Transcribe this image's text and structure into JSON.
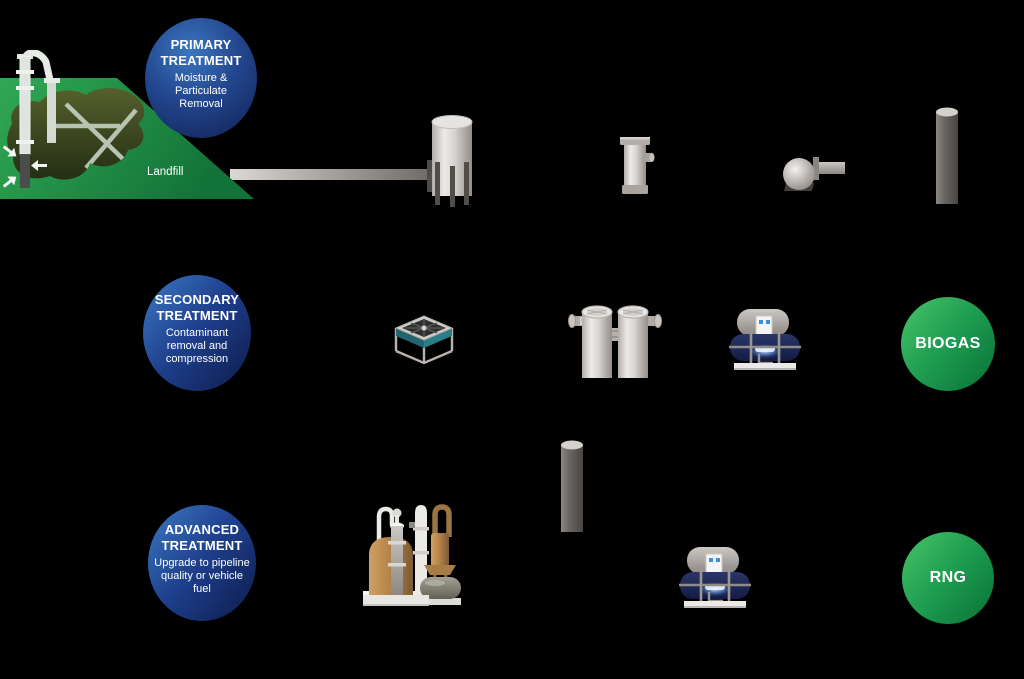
{
  "landfill": {
    "label": "Landfill"
  },
  "stages": {
    "primary": {
      "title_lines": [
        "PRIMARY",
        "TREATMENT"
      ],
      "subtitle": "Moisture & Particulate Removal"
    },
    "secondary": {
      "title_lines": [
        "SECONDARY",
        "TREATMENT"
      ],
      "subtitle": "Contaminant removal and compression"
    },
    "advanced": {
      "title_lines": [
        "ADVANCED",
        "TREATMENT"
      ],
      "subtitle": "Upgrade to pipeline quality or vehicle fuel"
    }
  },
  "outputs": {
    "biogas": {
      "label": "BIOGAS"
    },
    "rng": {
      "label": "RNG"
    }
  },
  "equipment_icons": [
    "landfill-illustration",
    "gas-collection-pipe",
    "knockout-drum",
    "filter-vessel",
    "blower",
    "flare-stack",
    "chiller",
    "adsorption-vessels",
    "gas-compressor",
    "flare-stack",
    "upgrading-skid",
    "gas-compressor"
  ],
  "colors": {
    "background": "#000000",
    "stage_blue_light": "#3b77c0",
    "stage_blue_dark": "#101f52",
    "output_green_light": "#46c469",
    "output_green_dark": "#0a7038",
    "landfill_green_light": "#31a854",
    "landfill_green_dark": "#127338",
    "landfill_interior_olive": "#4d5626",
    "equipment_metal_light": "#eceae8",
    "equipment_metal_dark": "#55504c",
    "compressor_navy": "#1d2757",
    "chiller_teal": "#2b7d89",
    "skid_tan": "#b68449",
    "text_white": "#ffffff"
  }
}
